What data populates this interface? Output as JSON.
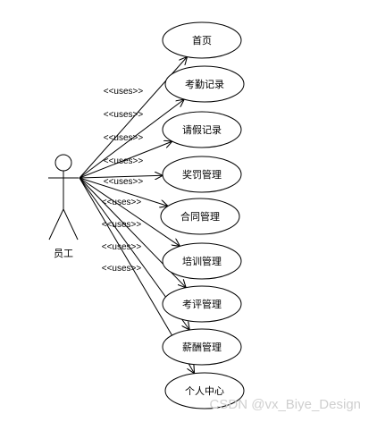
{
  "actor": {
    "label": "员工"
  },
  "relationship_label": "<<uses>>",
  "use_cases": [
    {
      "label": "首页"
    },
    {
      "label": "考勤记录"
    },
    {
      "label": "请假记录"
    },
    {
      "label": "奖罚管理"
    },
    {
      "label": "合同管理"
    },
    {
      "label": "培训管理"
    },
    {
      "label": "考评管理"
    },
    {
      "label": "薪酬管理"
    },
    {
      "label": "个人中心"
    }
  ],
  "watermark": "CSDN @vx_Biye_Design"
}
